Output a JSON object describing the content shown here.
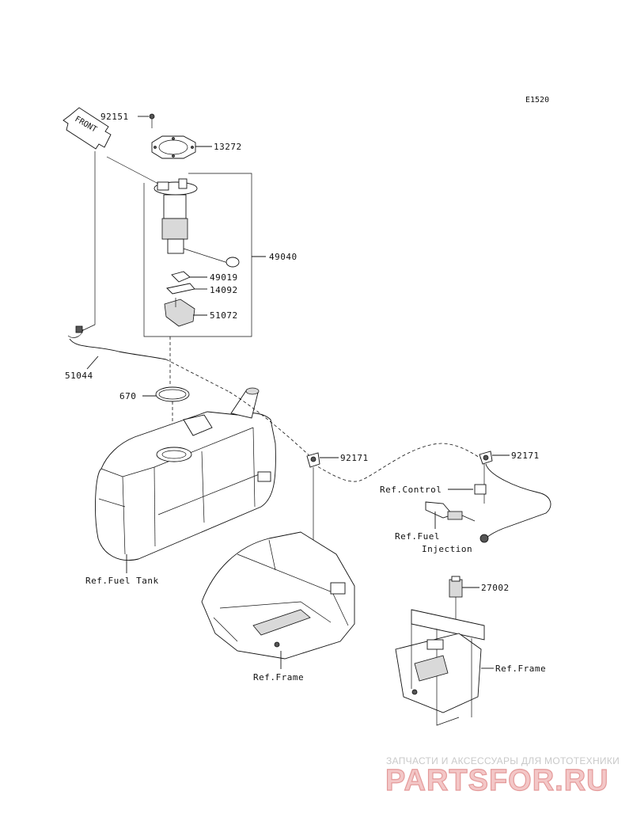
{
  "diagram_code": "E1520",
  "front_label": "FRONT",
  "parts": {
    "p92151": "92151",
    "p13272": "13272",
    "p49040": "49040",
    "p49019": "49019",
    "p14092": "14092",
    "p51072": "51072",
    "p51044": "51044",
    "p670": "670",
    "p92171_a": "92171",
    "p92171_b": "92171",
    "p27002": "27002"
  },
  "refs": {
    "control": "Ref.Control",
    "fuel_injection_line1": "Ref.Fuel",
    "fuel_injection_line2": "Injection",
    "fuel_tank": "Ref.Fuel Tank",
    "frame_left": "Ref.Frame",
    "frame_right": "Ref.Frame"
  },
  "watermark": {
    "tagline": "ЗАПЧАСТИ И АКСЕССУАРЫ ДЛЯ МОТОТЕХНИКИ",
    "brand": "PARTSFOR.RU"
  }
}
